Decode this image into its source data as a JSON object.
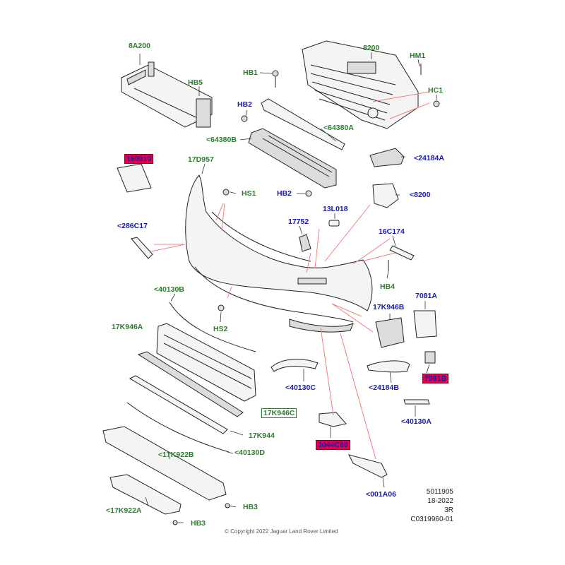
{
  "callouts": {
    "c8A200": "8A200",
    "c8200_top": "8200",
    "cHM1": "HM1",
    "cHB1": "HB1",
    "cHB5": "HB5",
    "cHC1": "HC1",
    "cHB2_a": "HB2",
    "c64380A": "<64380A",
    "c64380B": "<64380B",
    "c24184A": "<24184A",
    "c160010": "160010",
    "c17D957": "17D957",
    "cHS1": "HS1",
    "cHB2_b": "HB2",
    "c8200_right": "<8200",
    "c13L018": "13L018",
    "c286C17": "<286C17",
    "c17752": "17752",
    "c16C174": "16C174",
    "cHB4": "HB4",
    "c40130B": "<40130B",
    "c7081A": "7081A",
    "c17K946B": "17K946B",
    "cHS2": "HS2",
    "c17K946A": "17K946A",
    "c7081B": "7081B",
    "c40130C": "<40130C",
    "c24184B": "<24184B",
    "c17K946C": "17K946C",
    "c17K944": "17K944",
    "c40130A": "<40130A",
    "c3044C60": "3044C60",
    "c40130D": "<40130D",
    "c17K922B": "<17K922B",
    "c001A06": "<001A06",
    "cHB3_a": "HB3",
    "c17K922A": "<17K922A",
    "cHB3_b": "HB3"
  },
  "reference": {
    "line1": "5011905",
    "line2": "18-2022",
    "line3": "3R",
    "line4": "C0319960-01"
  },
  "copyright": "© Copyright 2022 Jaguar Land Rover Limited",
  "colors": {
    "green_label": "#2e7d2e",
    "blue_label": "#1a1aa8",
    "highlight_red": "#e0004d",
    "leader_pink": "#f08080"
  }
}
